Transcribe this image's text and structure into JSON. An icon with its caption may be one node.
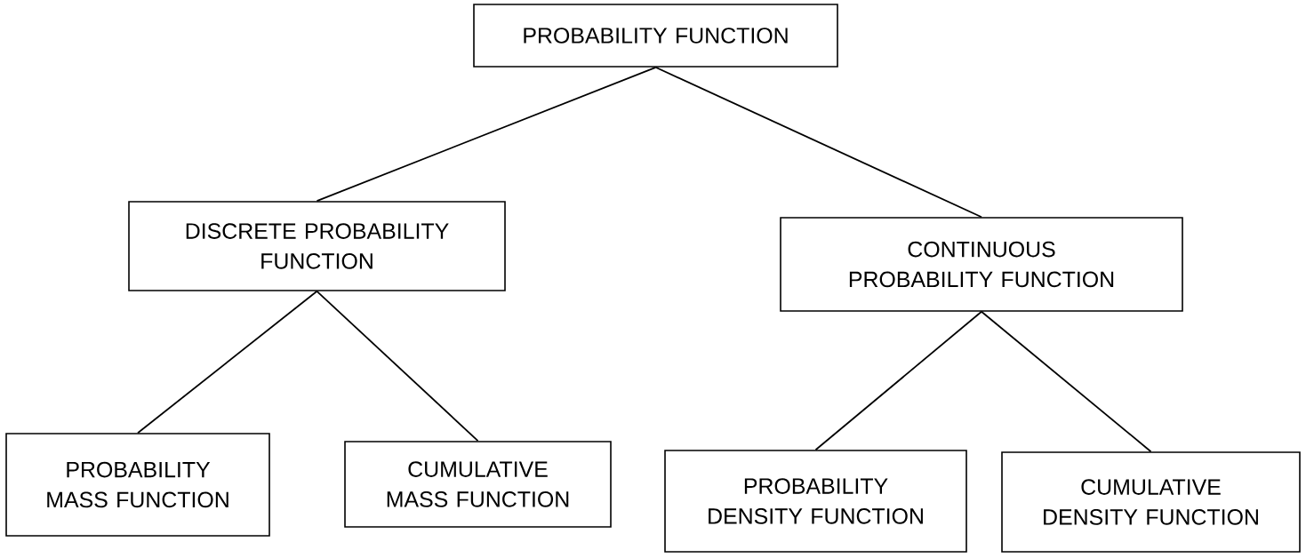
{
  "diagram": {
    "nodes": [
      {
        "text": [
          "PROBABILITY FUNCTION"
        ]
      },
      {
        "text": [
          "DISCRETE PROBABILITY FUNCTION"
        ]
      },
      {
        "text": [
          "CONTINUOUS PROBABILITY FUNCTION"
        ]
      },
      {
        "text": [
          "PROBABILITY MASS FUNCTION"
        ]
      },
      {
        "text": [
          "CUMULATIVE MASS FUNCTION"
        ]
      },
      {
        "text": [
          "PROBABILITY DENSITY FUNCTION"
        ]
      },
      {
        "text": [
          "CUMULATIVE DENSITY FUNCTION"
        ]
      }
    ],
    "edges": [
      {
        "from": 0,
        "to": 1,
        "arrow": "none"
      },
      {
        "from": 0,
        "to": 2,
        "arrow": "none"
      },
      {
        "from": 1,
        "to": 3,
        "arrow": "none"
      },
      {
        "from": 1,
        "to": 4,
        "arrow": "none"
      },
      {
        "from": 2,
        "to": 5,
        "arrow": "none"
      },
      {
        "from": 2,
        "to": 6,
        "arrow": "none"
      }
    ]
  }
}
